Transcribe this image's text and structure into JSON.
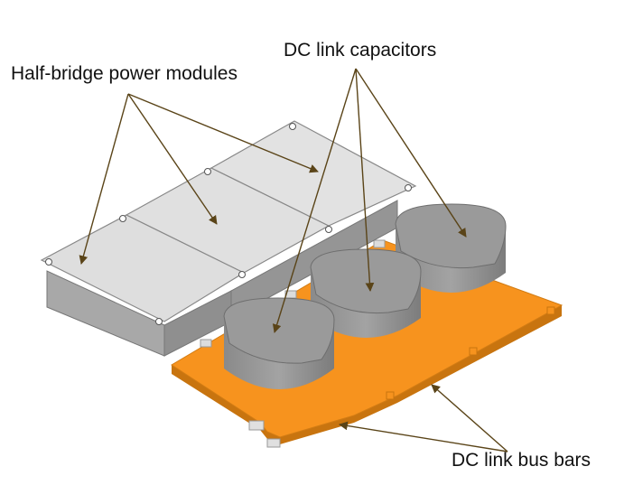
{
  "labels": {
    "modules": "Half-bridge power modules",
    "capacitors": "DC link capacitors",
    "bus_bars": "DC link bus bars"
  },
  "colors": {
    "bus_bar": "#f7931e",
    "bus_bar_edge": "#c8740f",
    "module_top": "#dedede",
    "module_side": "#a8a8a8",
    "capacitor": "#9a9a9a",
    "capacitor_dark": "#7f7f7f",
    "leader": "#5a4418"
  }
}
